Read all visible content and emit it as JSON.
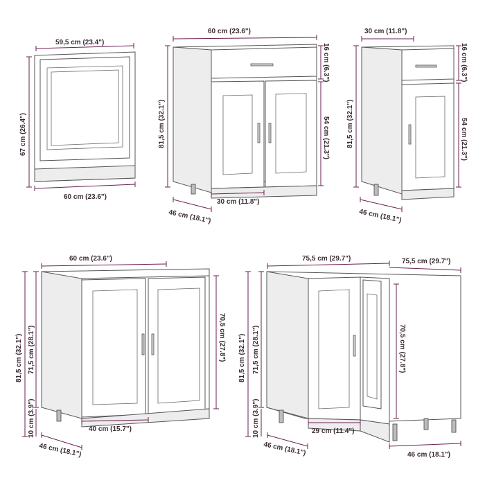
{
  "diagram": {
    "cabinet1": {
      "top_width": "59,5 cm (23.4\")",
      "height": "67 cm (26.4\")",
      "bottom_width": "60 cm (23.6\")"
    },
    "cabinet2": {
      "width": "60 cm (23.6\")",
      "height": "81,5 cm (32.1\")",
      "drawer_height": "16 cm (6.3\")",
      "door_height": "54 cm (21.3\")",
      "door_width": "30 cm (11.8\")",
      "depth": "46 cm (18.1\")"
    },
    "cabinet3": {
      "width": "30 cm (11.8\")",
      "height": "81,5 cm (32.1\")",
      "drawer_height": "16 cm (6.3\")",
      "door_height": "54 cm (21.3\")",
      "depth": "46 cm (18.1\")"
    },
    "cabinet4": {
      "width": "60 cm (23.6\")",
      "height": "81,5 cm (32.1\")",
      "inner_height": "71,5 cm (28.1\")",
      "door_height": "70,5 cm (27.8\")",
      "plinth": "10 cm (3.9\")",
      "door_width": "40 cm (15.7\")",
      "depth": "46 cm (18.1\")"
    },
    "cabinet5": {
      "width_left": "75,5 cm (29.7\")",
      "width_right": "75,5 cm (29.7\")",
      "height": "81,5 cm (32.1\")",
      "inner_height": "71,5 cm (28.1\")",
      "door_height": "70,5 cm (27.8\")",
      "plinth": "10 cm (3.9\")",
      "door_width": "29 cm (11.4\")",
      "depth_left": "46 cm (18.1\")",
      "depth_right": "46 cm (18.1\")"
    }
  }
}
